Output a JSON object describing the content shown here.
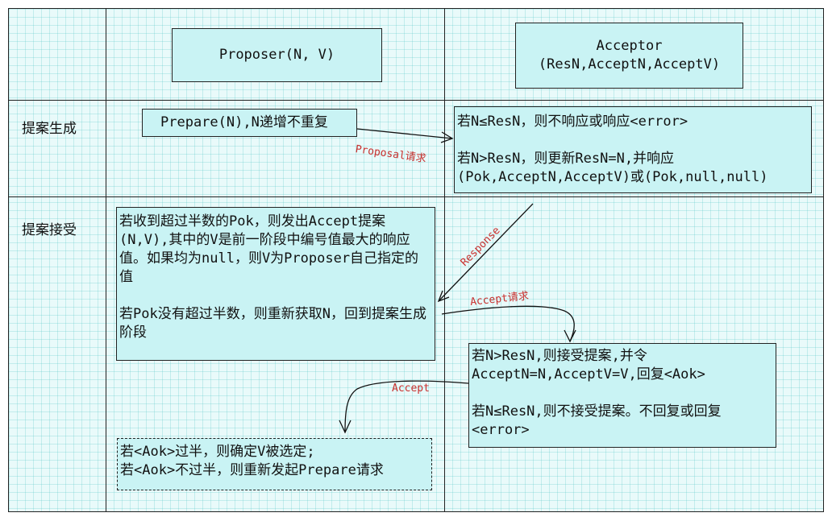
{
  "header": {
    "proposer": "Proposer(N, V)",
    "acceptor_line1": "Acceptor",
    "acceptor_line2": "(ResN,AcceptN,AcceptV)"
  },
  "rows": {
    "phase1_label": "提案生成",
    "phase2_label": "提案接受"
  },
  "phase1": {
    "prepare": "Prepare(N),N递增不重复",
    "acceptor_lines": [
      "若N≤ResN，则不响应或响应<error>",
      "若N>ResN，则更新ResN=N,并响应",
      "(Pok,AcceptN,AcceptV)或(Pok,null,null)"
    ]
  },
  "phase2": {
    "proposer_para1": "若收到超过半数的Pok，则发出Accept提案(N,V),其中的V是前一阶段中编号值最大的响应值。如果均为null，则V为Proposer自己指定的值",
    "proposer_para2": "若Pok没有超过半数，则重新获取N，回到提案生成阶段",
    "acceptor_para1": "若N>ResN,则接受提案,并令AcceptN=N,AcceptV=V,回复<Aok>",
    "acceptor_para2": "若N≤ResN,则不接受提案。不回复或回复<error>",
    "result_line1": "若<Aok>过半，则确定V被选定;",
    "result_line2": "若<Aok>不过半，则重新发起Prepare请求"
  },
  "arrows": {
    "proposal": "Proposal请求",
    "response": "Response",
    "accept_request": "Accept请求",
    "accept": "Accept"
  },
  "colors": {
    "pane_fill": "#e9fafa",
    "box_fill": "#c9f3f4",
    "arrow_label": "#c8302e",
    "line": "#222222"
  }
}
